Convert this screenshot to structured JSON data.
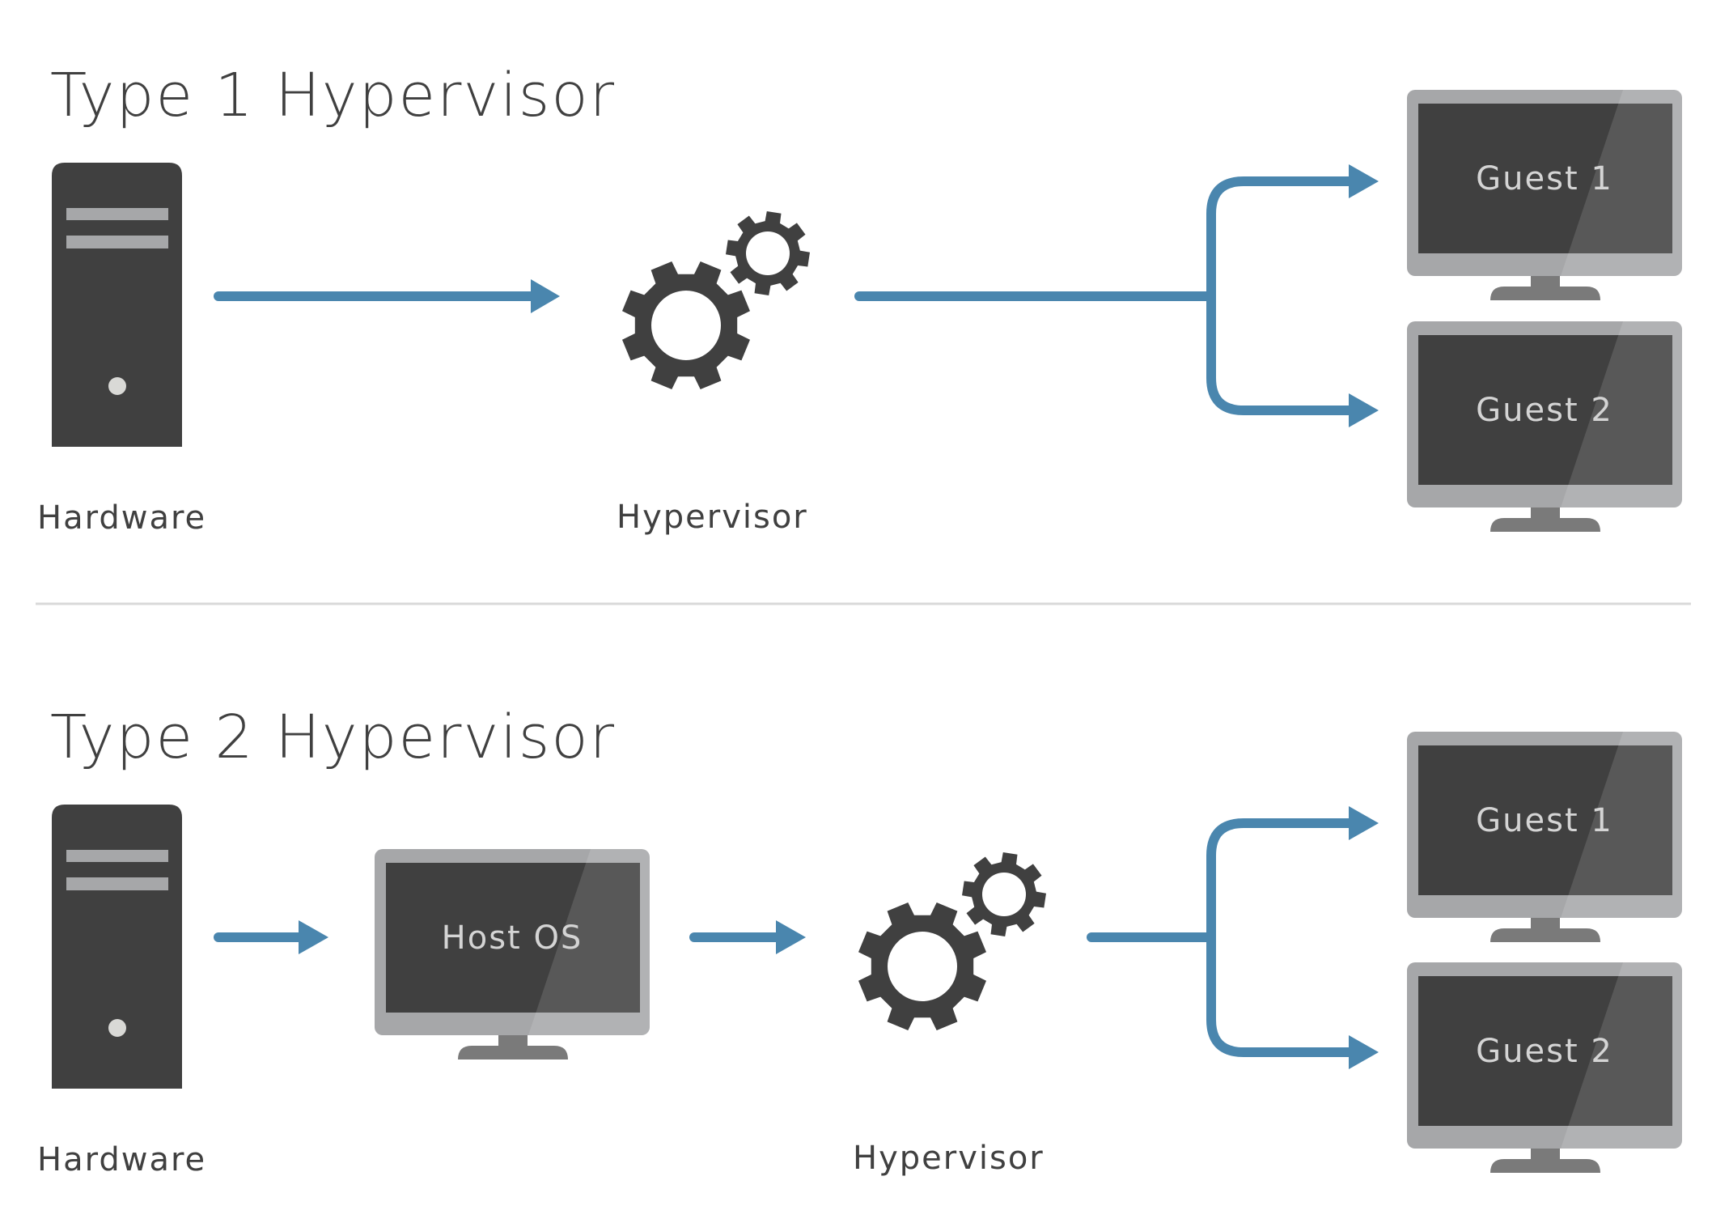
{
  "colors": {
    "text": "#404040",
    "arrow": "#4a86ae",
    "device_dark": "#404040",
    "monitor_bezel": "#a6a7a9",
    "monitor_stand": "#7a7a7a",
    "screen_text": "#d4d4d4",
    "separator": "#d9d9d9"
  },
  "sections": [
    {
      "title": "Type 1 Hypervisor",
      "nodes": [
        {
          "type": "server-tower",
          "icon": "server-tower-icon",
          "label": "Hardware"
        },
        {
          "type": "gears",
          "icon": "gears-icon",
          "label": "Hypervisor"
        },
        {
          "type": "monitor",
          "icon": "monitor-icon",
          "screen_text": "Guest 1"
        },
        {
          "type": "monitor",
          "icon": "monitor-icon",
          "screen_text": "Guest 2"
        }
      ],
      "flow": [
        "Hardware",
        "Hypervisor",
        [
          "Guest 1",
          "Guest 2"
        ]
      ]
    },
    {
      "title": "Type 2 Hypervisor",
      "nodes": [
        {
          "type": "server-tower",
          "icon": "server-tower-icon",
          "label": "Hardware"
        },
        {
          "type": "monitor",
          "icon": "monitor-icon",
          "screen_text": "Host OS"
        },
        {
          "type": "gears",
          "icon": "gears-icon",
          "label": "Hypervisor"
        },
        {
          "type": "monitor",
          "icon": "monitor-icon",
          "screen_text": "Guest 1"
        },
        {
          "type": "monitor",
          "icon": "monitor-icon",
          "screen_text": "Guest 2"
        }
      ],
      "flow": [
        "Hardware",
        "Host OS",
        "Hypervisor",
        [
          "Guest 1",
          "Guest 2"
        ]
      ]
    }
  ]
}
